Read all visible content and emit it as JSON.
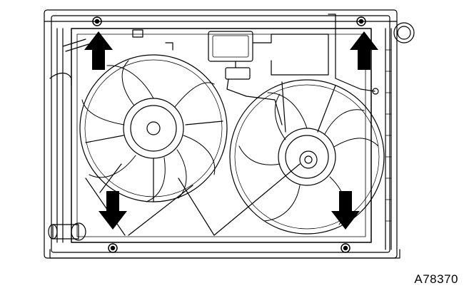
{
  "figure": {
    "id_label": "A78370",
    "subject": "radiator-fan-assembly",
    "arrow_count": 4,
    "arrow_directions": [
      "up",
      "up",
      "down",
      "down"
    ],
    "colors": {
      "line": "#000000",
      "background": "#ffffff",
      "arrow": "#000000"
    }
  }
}
